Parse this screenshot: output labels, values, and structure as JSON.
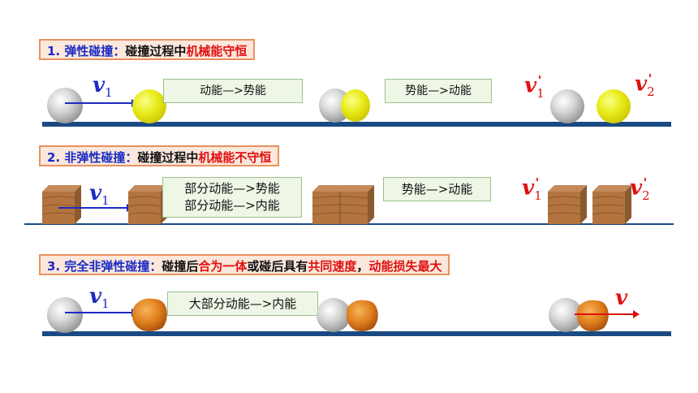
{
  "sections": [
    {
      "prefix": "1. 弹性碰撞：",
      "body": "碰撞过程中",
      "highlight": "机械能守恒",
      "labels": [
        "动能—>势能",
        "势能—>动能"
      ],
      "velocities": [
        "v",
        "1",
        "v",
        "1",
        "'",
        "v",
        "2",
        "'"
      ]
    },
    {
      "prefix": "2. 非弹性碰撞：",
      "body": "碰撞过程中",
      "highlight": "机械能不守恒",
      "labels": [
        "部分动能—>势能",
        "部分动能—>内能",
        "势能—>动能"
      ],
      "velocities": [
        "v",
        "1",
        "v",
        "1",
        "'",
        "v",
        "2",
        "'"
      ]
    },
    {
      "prefix": "3. 完全非弹性碰撞：",
      "body1": "碰撞后",
      "highlight1": "合为一体",
      "body2": "或碰后具有",
      "highlight2": "共同速度",
      "body3": "，",
      "highlight3": "动能损失最大",
      "labels": [
        "大部分动能—>内能"
      ],
      "velocities": [
        "v",
        "1",
        "v"
      ]
    }
  ],
  "colors": {
    "title_prefix": "#1a2bc4",
    "highlight": "#e01010",
    "track": "#1a4a83",
    "arrow_blue": "#1a2bc4",
    "arrow_red": "#e01010"
  },
  "icons": [
    "gray-ball-icon",
    "yellow-ball-icon",
    "wooden-block-icon",
    "clay-lump-icon",
    "arrow-icon"
  ]
}
